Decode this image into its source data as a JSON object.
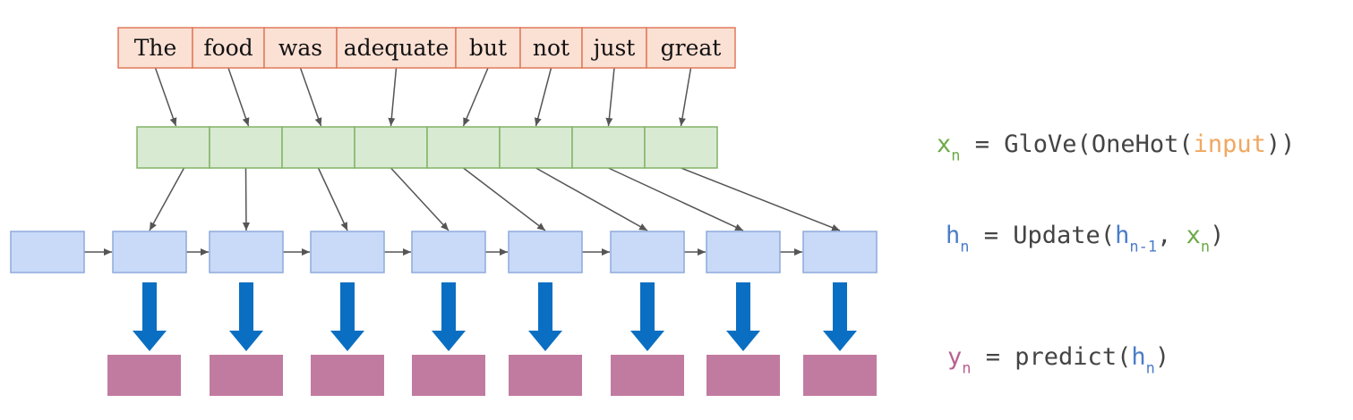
{
  "words": [
    "The",
    "food",
    "was",
    "adequate",
    "but",
    "not",
    "just",
    "great"
  ],
  "colors": {
    "word_fill": "#fbe0d4",
    "word_stroke": "#e07a5a",
    "embed_fill": "#d9ead3",
    "embed_stroke": "#82b366",
    "hidden_fill": "#c9daf8",
    "hidden_stroke": "#8eaadb",
    "output_fill": "#c27ba0",
    "down_arrow": "#0a6fc2",
    "thin_arrow": "#555555",
    "x_var": "#6aaa47",
    "h_var": "#4a7cc8",
    "input_token": "#f0a860",
    "y_var": "#b8608f"
  },
  "formulas": {
    "embed": {
      "var": "x",
      "sub": "n",
      "eq": " = GloVe(OneHot(",
      "arg": "input",
      "close": "))"
    },
    "update": {
      "var": "h",
      "sub": "n",
      "eq": " = Update(",
      "arg1": "h",
      "arg1_sub": "n-1",
      "sep": ", ",
      "arg2": "x",
      "arg2_sub": "n",
      "close": ")"
    },
    "predict": {
      "var": "y",
      "sub": "n",
      "eq": " = predict(",
      "arg": "h",
      "arg_sub": "n",
      "close": ")"
    }
  }
}
